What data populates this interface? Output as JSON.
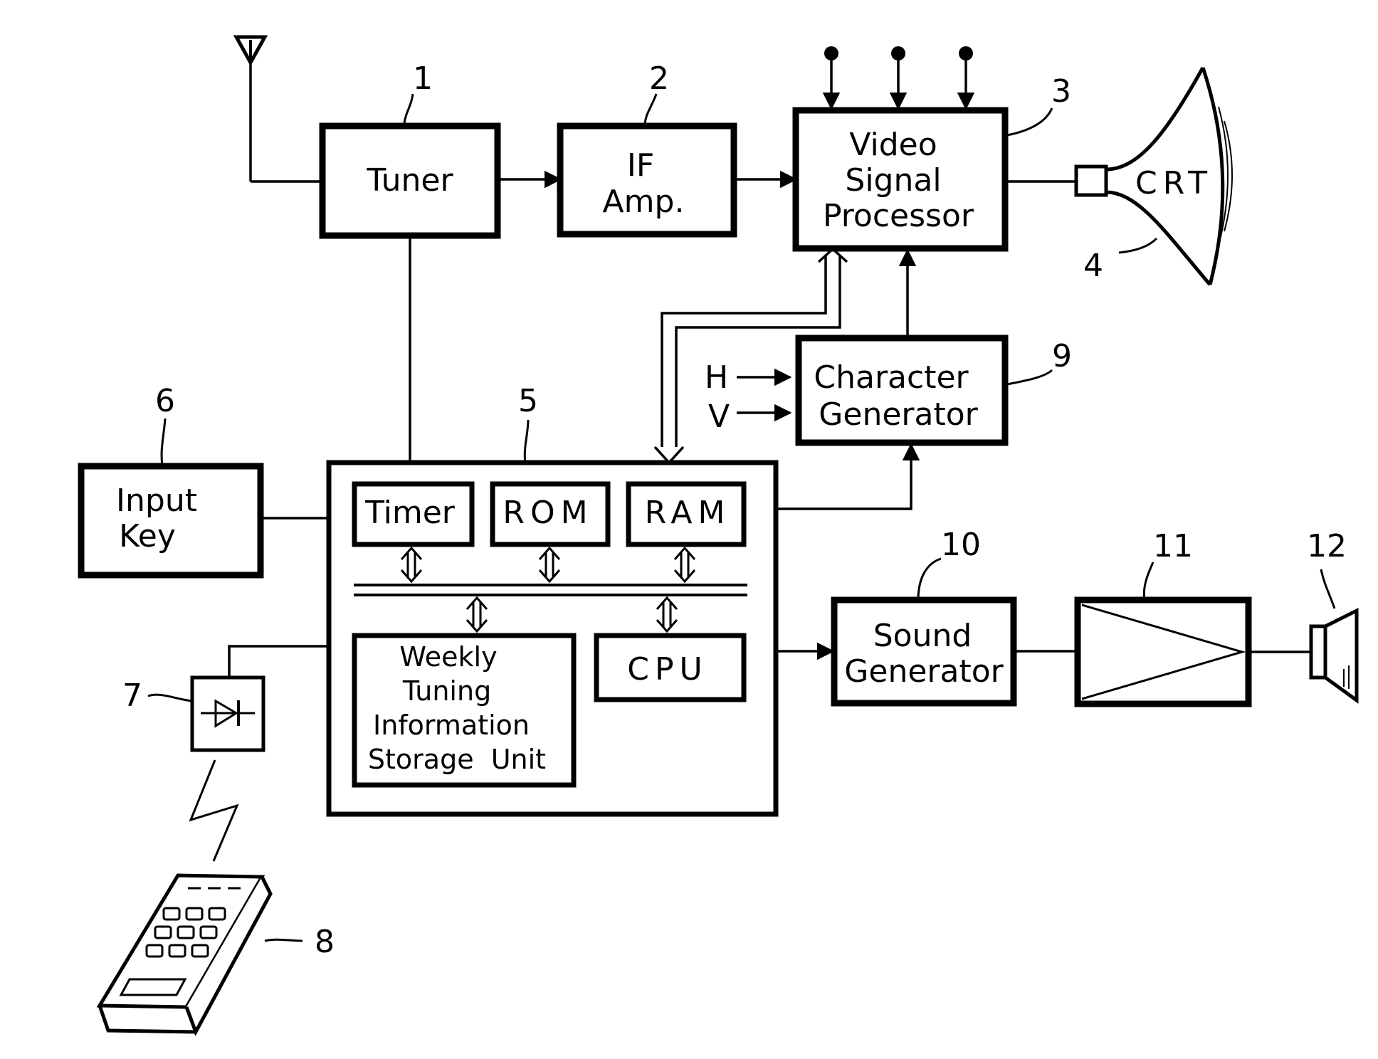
{
  "blocks": {
    "tuner": "Tuner",
    "if_amp": [
      "IF",
      "Amp."
    ],
    "video_signal_processor": [
      "Video",
      "Signal",
      "Processor"
    ],
    "crt": "CRT",
    "input_key": [
      "Input",
      "Key"
    ],
    "character_generator": [
      "Character",
      "Generator"
    ],
    "sync_h": "H",
    "sync_v": "V",
    "timer": "Timer",
    "rom": "ROM",
    "ram": "RAM",
    "cpu": "CPU",
    "weekly_storage": [
      "Weekly",
      "Tuning",
      "Information",
      "Storage  Unit"
    ],
    "sound_generator": [
      "Sound",
      "Generator"
    ]
  },
  "reference_numerals": {
    "tuner": "1",
    "if_amp": "2",
    "video_signal_processor": "3",
    "crt": "4",
    "microcomputer": "5",
    "input_key": "6",
    "receiver": "7",
    "remote_control": "8",
    "character_generator": "9",
    "sound_generator": "10",
    "amplifier": "11",
    "speaker": "12"
  }
}
